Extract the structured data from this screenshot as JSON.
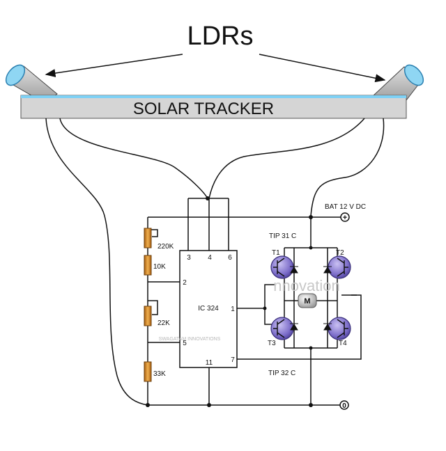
{
  "title": "LDRs",
  "panel_label": "SOLAR TRACKER",
  "watermark_center": "SWAGATAM INNOVATIONS",
  "watermark_bridge": "nnovation",
  "ic": {
    "name": "IC 324",
    "pins": {
      "p3": "3",
      "p4": "4",
      "p6": "6",
      "p2": "2",
      "p1": "1",
      "p5": "5",
      "p7": "7",
      "p11": "11"
    }
  },
  "resistors": {
    "r1": "220K",
    "r2": "10K",
    "r3": "22K",
    "r4": "33K"
  },
  "transistors": {
    "t1": "T1",
    "t2": "T2",
    "t3": "T3",
    "t4": "T4"
  },
  "motor": "M",
  "top_transistor_type": "TIP 31 C",
  "bottom_transistor_type": "TIP 32 C",
  "supply": "BAT 12 V DC",
  "terminal_plus": "+",
  "terminal_zero": "0",
  "colors": {
    "panel_fill": "#d5d5d5",
    "panel_edge": "#7ed1f5",
    "resistor": "#d18a22",
    "transistor": "#7b6cc8",
    "wire": "#111111"
  }
}
